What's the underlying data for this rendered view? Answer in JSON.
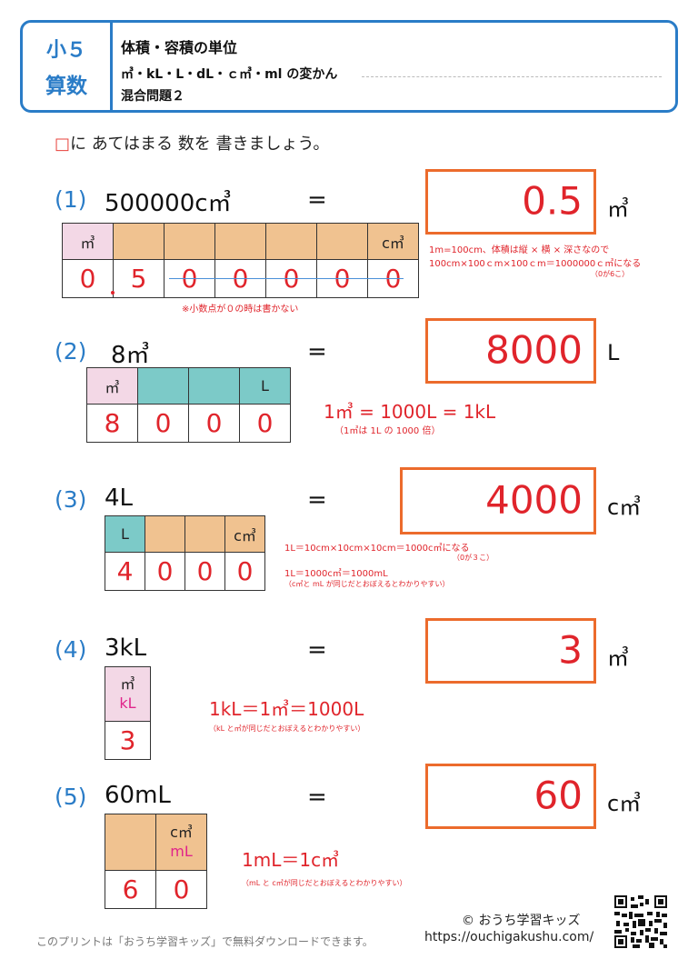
{
  "header": {
    "grade": "小５",
    "subject": "算数",
    "title": "体積・容積の単位",
    "subtitle": "㎥・kL・L・dL・ｃ㎥・ml の変かん",
    "subtitle2": "混合問題２"
  },
  "instruction": {
    "box": "□",
    "text": "に あてはまる 数を 書きましょう。"
  },
  "problems": [
    {
      "num": "(1)",
      "question": "500000c㎥",
      "equals": "=",
      "answer": "0.5",
      "unit": "㎥",
      "table_headers": [
        "㎥",
        "",
        "",
        "",
        "",
        "",
        "c㎥"
      ],
      "table_digits": [
        "0",
        "5",
        "0",
        "0",
        "0",
        "0",
        "0"
      ],
      "notes": [
        "1m=100cm、体積は縦 × 横 × 深さなので",
        "100cm×100ｃm×100ｃm＝1000000ｃ㎥になる",
        "（0が6こ）"
      ],
      "footnote": "※小数点が０の時は書かない"
    },
    {
      "num": "(2)",
      "question": "8㎥",
      "equals": "=",
      "answer": "8000",
      "unit": "L",
      "table_headers": [
        "㎥",
        "",
        "",
        "L"
      ],
      "table_digits": [
        "8",
        "0",
        "0",
        "0"
      ],
      "notes": [
        "1㎥ = 1000L = 1kL",
        "（1㎥は 1L の 1000 倍）"
      ]
    },
    {
      "num": "(3)",
      "question": "4L",
      "equals": "=",
      "answer": "4000",
      "unit": "c㎥",
      "table_headers": [
        "L",
        "",
        "",
        "c㎥"
      ],
      "table_digits": [
        "4",
        "0",
        "0",
        "0"
      ],
      "notes": [
        "1L＝10cm×10cm×10cm＝1000c㎥になる",
        "（0が３こ）",
        "1L＝1000c㎥＝1000mL",
        "（c㎥と mL が同じだとおぼえるとわかりやすい）"
      ]
    },
    {
      "num": "(4)",
      "question": "3kL",
      "equals": "=",
      "answer": "3",
      "unit": "㎥",
      "table_header_top": "㎥",
      "table_header_bottom": "kL",
      "table_digits": [
        "3"
      ],
      "notes": [
        "1kL＝1㎥＝1000L",
        "（kL と㎥が同じだとおぼえるとわかりやすい）"
      ]
    },
    {
      "num": "(5)",
      "question": "60mL",
      "equals": "=",
      "answer": "60",
      "unit": "c㎥",
      "table_header_top": "c㎥",
      "table_header_bottom": "mL",
      "table_digits": [
        "6",
        "0"
      ],
      "notes": [
        "1mL＝1c㎥",
        "（mL と c㎥が同じだとおぼえるとわかりやすい）"
      ]
    }
  ],
  "footer": {
    "left": "このプリントは「おうち学習キッズ」で無料ダウンロードできます。",
    "copyright": "© おうち学習キッズ",
    "url": "https://ouchigakushu.com/"
  },
  "colors": {
    "blue": "#2a7cc7",
    "red": "#e0242b",
    "orange": "#ec6b2c",
    "pink": "#f3d8e6",
    "tan": "#f0c290",
    "teal": "#7ccac8"
  },
  "icons": [
    "qr-code-icon"
  ]
}
